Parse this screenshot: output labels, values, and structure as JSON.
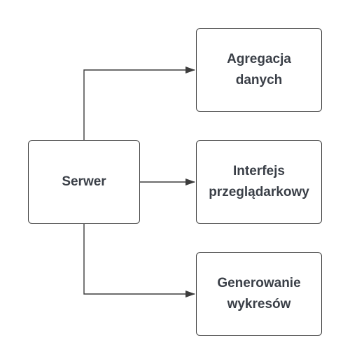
{
  "diagram": {
    "nodes": {
      "server": {
        "label": "Serwer"
      },
      "aggregate": {
        "label": "Agregacja\ndanych"
      },
      "interface": {
        "label": "Interfejs\nprzeglądarkowy"
      },
      "generate": {
        "label": "Generowanie\nwykresów"
      }
    },
    "edges": [
      {
        "from": "server",
        "to": "aggregate"
      },
      {
        "from": "server",
        "to": "interface"
      },
      {
        "from": "server",
        "to": "generate"
      }
    ],
    "colors": {
      "stroke": "#3d3d3d",
      "text": "#3a3f47",
      "background": "#ffffff"
    }
  }
}
